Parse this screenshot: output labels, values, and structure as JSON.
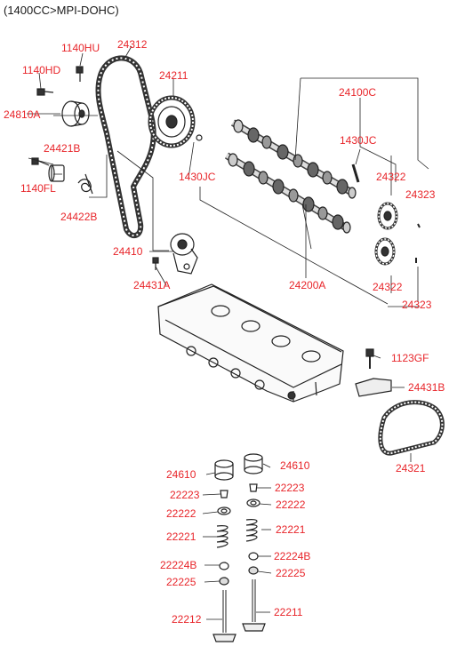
{
  "header": {
    "engine_spec": "(1400CC>MPI-DOHC)"
  },
  "callouts": [
    "1140HU",
    "24312",
    "1140HD",
    "24211",
    "24100C",
    "24810A",
    "1430JC",
    "24421B",
    "1430JC",
    "1140FL",
    "24322",
    "24323",
    "24422B",
    "24410",
    "24431A",
    "24200A",
    "24322",
    "24323",
    "1123GF",
    "24431B",
    "24321",
    "24610",
    "24610",
    "22223",
    "22223",
    "22222",
    "22222",
    "22221",
    "22221",
    "22224B",
    "22224B",
    "22225",
    "22225",
    "22212",
    "22211"
  ],
  "colors": {
    "label": "#e8252a",
    "line": "#222222",
    "header": "#1a1a1a"
  }
}
